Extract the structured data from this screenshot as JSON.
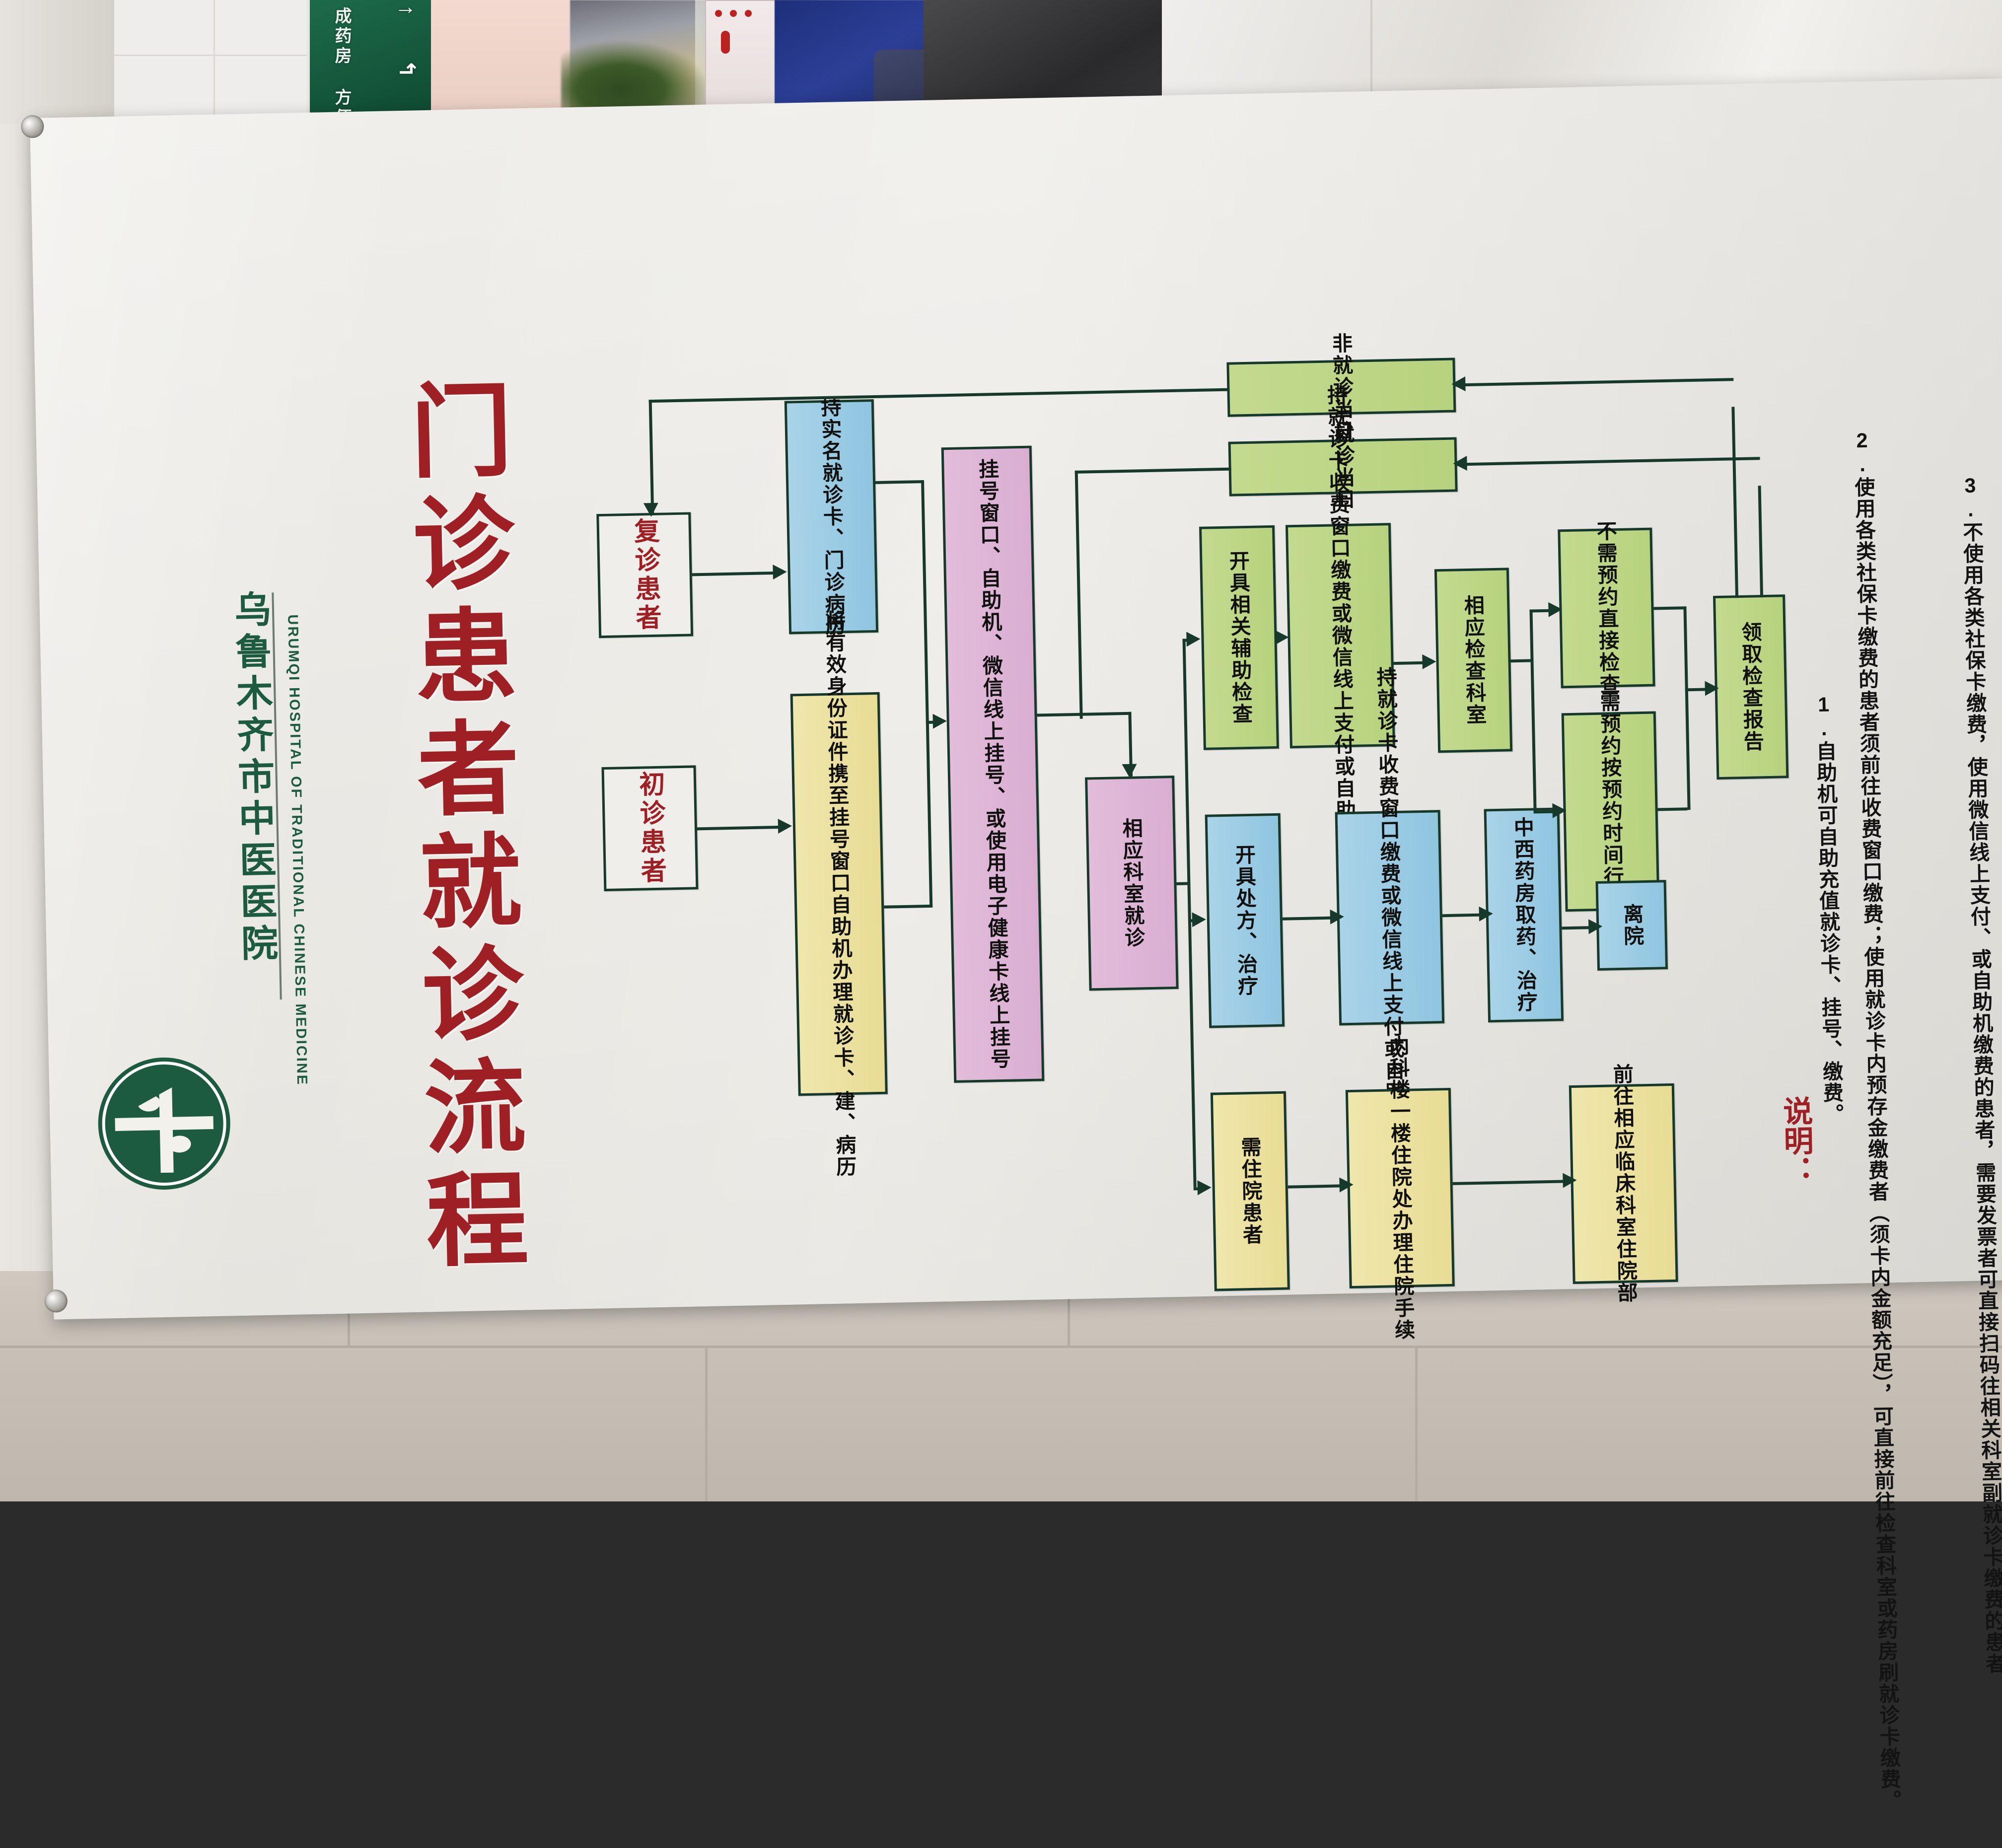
{
  "scene": {
    "wayfinding_sign_text": "成药房 方便门诊 中草药",
    "wayfinding_arrow_1": "↑",
    "wayfinding_arrow_2": "↰"
  },
  "poster": {
    "hospital_name_cn": "乌鲁木齐市中医医院",
    "hospital_name_en": "URUMQI  HOSPITAL  OF  TRADITIONAL  CHINESE  MEDICINE",
    "logo_ring_text": "URUMQI HOSPITAL OF TRADITIONAL CHINESE MEDICINE",
    "title": "门诊患者就诊流程"
  },
  "flow": {
    "entry_return": "复诊患者",
    "entry_first": "初诊患者",
    "return_card": "持实名就诊卡、门诊病历",
    "first_register": "将有效身份证件携至挂号窗口自助机办理就诊卡、建、病历",
    "register_channels": "挂号窗口、自助机、微信线上挂号、或使用电子健康卡线上挂号",
    "department_visit": "相应科室就诊",
    "same_day": "就诊当日",
    "not_same_day": "非就诊当日",
    "branch_exam": [
      "开具相关辅助检查",
      "持就诊卡收费窗口缴费或微信线上支付或自助机缴费",
      "相应检查科室",
      "不需预约直接检查",
      "需预约按预约时间行检查",
      "领取检查报告"
    ],
    "branch_treat": [
      "开具处方、治疗",
      "持就诊卡收费窗口缴费或微信线上支付或自助机缴费",
      "中西药房取药、治疗",
      "离院"
    ],
    "branch_admit": [
      "需住院患者",
      "内科楼一楼住院处办理住院手续",
      "前往相应临床科室住院部"
    ]
  },
  "notes": {
    "label": "说明：",
    "items": [
      "1.自助机可自助充值就诊卡、挂号、缴费。",
      "2.使用各类社保卡缴费的患者须前往收费窗口缴费；使用就诊卡内预存金缴费者（须卡内金额充足），可直接前往检查科室或药房刷就诊卡缴费。",
      "3.不使用各类社保卡缴费，使用微信线上支付、或自助机缴费的患者，需要发票者可直接扫码往相关科室副就诊卡缴费的患者"
    ]
  },
  "colors": {
    "title_red": "#9e2024",
    "logo_green": "#1d5b41",
    "line_green": "#17392b",
    "box_blue": "#a9d3e8",
    "box_yellow": "#efe6ab",
    "box_pink": "#e3bcda",
    "box_green": "#c3da8e"
  }
}
